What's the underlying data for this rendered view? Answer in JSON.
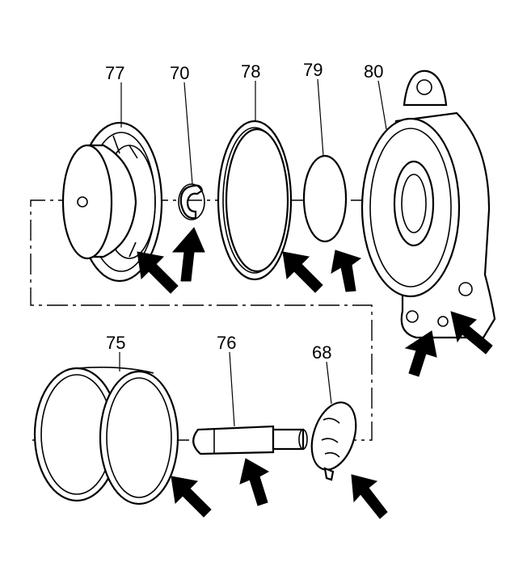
{
  "callouts": {
    "p77": "77",
    "p70": "70",
    "p78": "78",
    "p79": "79",
    "p80": "80",
    "p75": "75",
    "p76": "76",
    "p68": "68"
  }
}
